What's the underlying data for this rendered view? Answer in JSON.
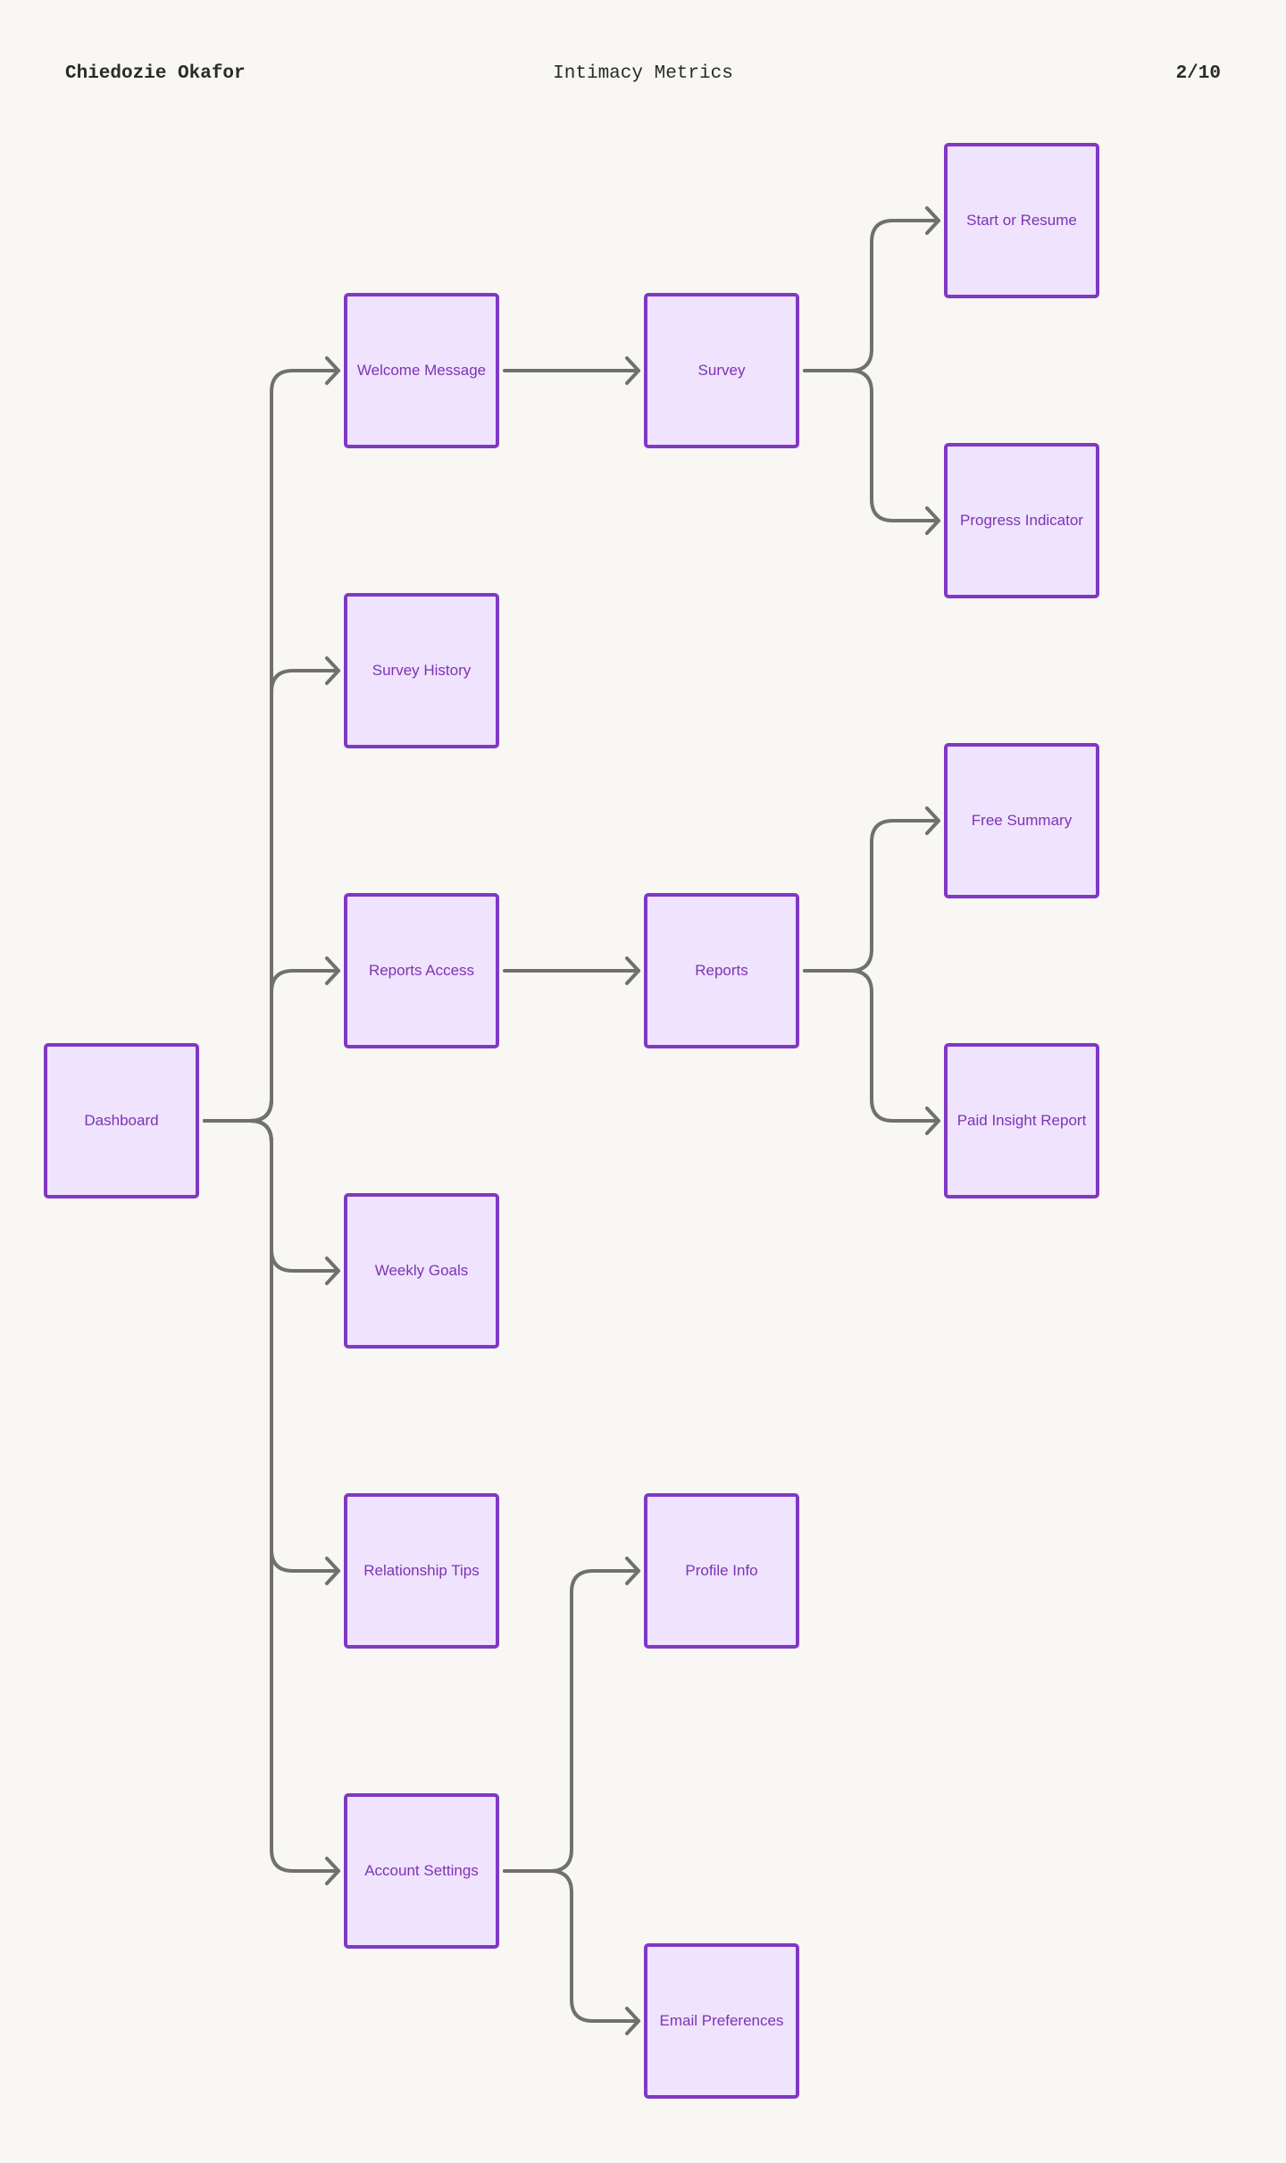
{
  "header": {
    "author": "Chiedozie Okafor",
    "title": "Intimacy Metrics",
    "page": "2/10"
  },
  "colors": {
    "background": "#f8f7f3",
    "node_fill": "#efe3fd",
    "node_border": "#8038c5",
    "node_text": "#7e33b5",
    "connector": "#707070"
  },
  "nodes": {
    "dashboard": "Dashboard",
    "welcome_message": "Welcome Message",
    "survey_history": "Survey History",
    "reports_access": "Reports Access",
    "weekly_goals": "Weekly Goals",
    "relationship_tips": "Relationship Tips",
    "account_settings": "Account Settings",
    "survey": "Survey",
    "reports": "Reports",
    "profile_info": "Profile Info",
    "email_preferences": "Email Preferences",
    "start_or_resume": "Start or Resume",
    "progress_indicator": "Progress Indicator",
    "free_summary": "Free Summary",
    "paid_insight_report": "Paid Insight Report"
  },
  "edges": [
    [
      "dashboard",
      "welcome_message"
    ],
    [
      "dashboard",
      "survey_history"
    ],
    [
      "dashboard",
      "reports_access"
    ],
    [
      "dashboard",
      "weekly_goals"
    ],
    [
      "dashboard",
      "relationship_tips"
    ],
    [
      "dashboard",
      "account_settings"
    ],
    [
      "welcome_message",
      "survey"
    ],
    [
      "survey",
      "start_or_resume"
    ],
    [
      "survey",
      "progress_indicator"
    ],
    [
      "reports_access",
      "reports"
    ],
    [
      "reports",
      "free_summary"
    ],
    [
      "reports",
      "paid_insight_report"
    ],
    [
      "account_settings",
      "profile_info"
    ],
    [
      "account_settings",
      "email_preferences"
    ]
  ]
}
